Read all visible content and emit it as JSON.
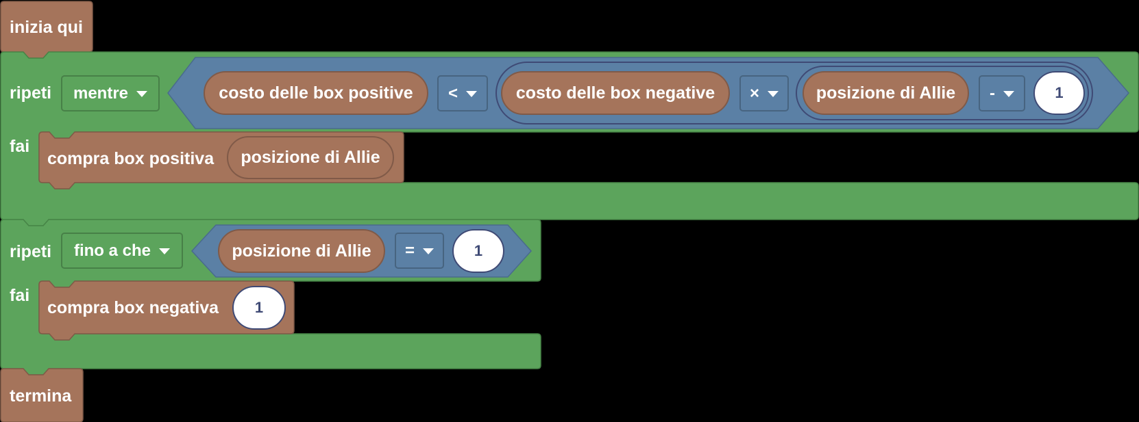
{
  "start_block": {
    "label": "inizia qui"
  },
  "loop1": {
    "keyword": "ripeti",
    "mode": "mentre",
    "do_label": "fai",
    "condition": {
      "left": "costo delle box positive",
      "operator": "<",
      "right": {
        "left": "costo delle box negative",
        "operator": "×",
        "right": {
          "left": "posizione di Allie",
          "operator": "-",
          "value": "1"
        }
      }
    },
    "body": {
      "action": "compra box positiva",
      "argument": "posizione di Allie"
    }
  },
  "loop2": {
    "keyword": "ripeti",
    "mode": "fino a che",
    "do_label": "fai",
    "condition": {
      "left": "posizione di Allie",
      "operator": "=",
      "value": "1"
    },
    "body": {
      "action": "compra box negativa",
      "argument": "1"
    }
  },
  "end_block": {
    "label": "termina"
  },
  "colors": {
    "event_block": "#a5745b",
    "loop_block": "#5ca45c",
    "logic_block": "#5b80a5",
    "number_text": "#3f4a75"
  }
}
